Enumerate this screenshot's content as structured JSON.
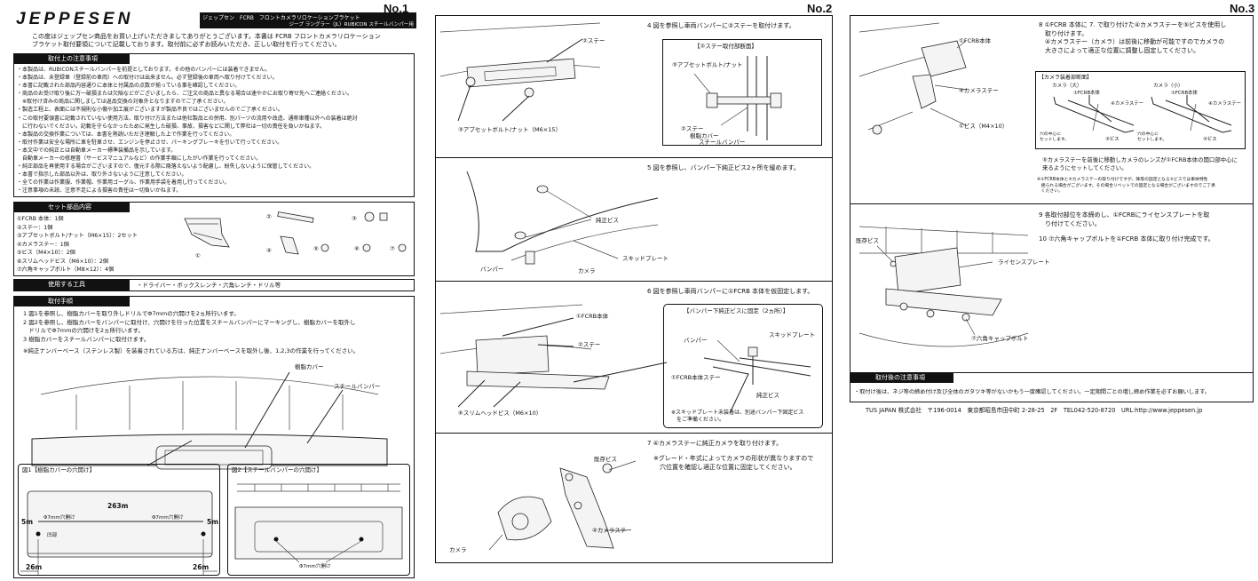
{
  "p1": {
    "brand": "JEPPESEN",
    "number": "No.1",
    "header_line1": "ジェップセン　FCRB　フロントカメラリロケーションブラケット",
    "header_line2": "ジープ ラングラー（JL）RUBICON スチールバンパー用",
    "intro": [
      "この度はジェップセン商品をお買い上げいただきましてありがとうございます。本書は FCRB フロントカメラリロケーション",
      "ブラケット取付要領について記載しております。取付前に必ずお読みいただき、正しい取付を行ってください。"
    ],
    "cautions_title": "取付上の注意事項",
    "cautions": [
      "・本製品は、RUBICONスチールバンパーを前提としております。その他のバンパーには装着できません。",
      "・本製品は、未登録車（登録前の車両）への取付けは出来ません。必ず登録後の車両へ取り付けてください。",
      "・本書に記載された部品内容通りに本体と付属品の点数が揃っている事を確認してください。",
      "・商品のお受け取り後に万一破損または欠陥などがございましたら、ご注文の商品と異なる場合は速やかにお取り寄せ先へご連絡ください。",
      "　※取付け済みの商品に関しましては返品交換の対象外となりますのでご了承ください。",
      "・製造工程上、表面には不規則な小傷や加工痕がございますが製品不良ではございませんのでご了承ください。",
      "・この取付要領書に記載されていない使用方法、取り付け方法または他社製品との併用、別パーツの流用や改造、通称車種以外への装着は絶対",
      "　に行わないでください。記載を守らなかったために発生した破損、事故、損害などに関して弊社は一切の責任を負いかねます。",
      "・本製品の交換作業については、本書を熟読いただき理解した上で作業を行ってください。",
      "・取付作業は安全な場所に車を駐車させ、エンジンを停止させ、パーキングブレーキを引いて行ってください。",
      "・本文中での純正とは自動車メーカー標準装備品を示しています。",
      "　自動車メーカーの修理書（サービスマニュアルなど）の作業手順にしたがい作業を行ってください。",
      "・純正部品を再使用する場合がございますので、復元する際に隠落えないよう配慮し、紛失しないように保管してください。",
      "・本書で指示した部品以外は、取り外さないように注意してください。",
      "・全ての作業は作業服、作業帽、作業用ゴーグル、作業用手袋を着用し行ってください。",
      "・注意事項の未読、注意不足による損害の責任は一切負いかねます。"
    ],
    "parts_title": "セット部品内容",
    "parts": [
      "①FCRB 本体：1個",
      "②ステー：1個",
      "③アプセットボルト/ナット（M6×15）：2セット",
      "④カメラステー：1個",
      "⑤ビス（M4×10）：2個",
      "⑥スリムヘッドビス（M6×10）：2個",
      "⑦六角キャップボルト（M8×12）：4個"
    ],
    "tools_title": "使用する工具",
    "tools": "・ドライバー・ボックスレンチ・六角レンチ・ドリル等",
    "steps_title": "取付手順",
    "steps": [
      "1 図1を参照し、樹脂カバーを取り外しドリルでΦ7mmの穴開けを2ヵ所行います。",
      "2 図2を参照し、樹脂カバーをバンパーに取付け、穴開けを行った位置をスチールバンパーにマーキングし、樹脂カバーを取外し",
      "　ドリルでΦ7mmの穴開けを2ヵ所行います。",
      "3 樹脂カバーをスチールバンパーに取付けます。"
    ],
    "steps_note": "※純正ナンバーベース（ステンレス製）を装着されている方は、純正ナンバーベースを取外し後、1,2,3の作業を行ってください。",
    "label_resin": "樹脂カバー",
    "label_steel": "スチールバンパー",
    "fig1_title": "図1【樹脂カバーの穴開け】",
    "fig2_title": "図2【スチールバンパーの穴開け】",
    "dim_263": "263m",
    "dim_5a": "5m",
    "dim_5b": "5m",
    "dim_26a": "26m",
    "dim_26b": "26m",
    "hole_a": "Φ7mm穴開け",
    "hole_b": "Φ7mm穴開け",
    "hole_c": "Φ7mm穴開け",
    "notch": "凹部"
  },
  "p2": {
    "number": "No.2",
    "step4": "4 図を参照し車両バンパーに②ステーを取付けます。",
    "s4_stay": "②ステー",
    "s4_bolt": "③アプセットボルト/ナット（M6×15）",
    "s4_sect": "【②ステー取付部断面】",
    "s4_sect_bolt": "③アプセットボルト/ナット",
    "s4_sect_stay": "②ステー",
    "s4_sect_cover": "樹脂カバー",
    "s4_sect_bumper": "スチールバンパー",
    "step5": "5 図を参照し、バンパー下純正ビス2ヶ所を緩めます。",
    "s5_screw": "純正ビス",
    "s5_skid": "スキッドプレート",
    "s5_bumper": "バンパー",
    "s5_camera": "カメラ",
    "step6": "6 図を参照し車両バンパーに①FCRB 本体を仮固定します。",
    "s6_body": "①FCRB本体",
    "s6_stay": "②ステー",
    "s6_screw": "⑥スリムヘッドビス（M6×10）",
    "s6_fix": "【バンパー下純正ビスに固定（2ヵ所）】",
    "s6_bumper": "バンパー",
    "s6_skid": "スキッドプレート",
    "s6_bodystay": "①FCRB本体ステー",
    "s6_screw2": "純正ビス",
    "s6_note": [
      "※スキッドプレート未装着は、別途バンパー下固定ビス",
      "　をご準備ください。"
    ],
    "step7": "7 ④カメラステーに純正カメラを取り付けます。",
    "s7_note": [
      "※グレード・年式によってカメラの形状が異なりますので",
      "　穴位置を確認し適正な位置に固定してください。"
    ],
    "s7_screw": "既存ビス",
    "s7_camstay": "④カメラステー",
    "s7_camera": "カメラ"
  },
  "p3": {
    "number": "No.3",
    "step8": [
      "8 ①FCRB 本体に 7. で取り付けた④カメラステーを⑤ビスを使用し",
      "　取り付けます。",
      "　④カメラステー（カメラ）は前後に移動が可能ですのでカメラの",
      "　大きさによって適正な位置に調整し固定してください。"
    ],
    "s8_body": "①FCRB本体",
    "s8_camstay": "④カメラステー",
    "s8_screw": "①ビス（M4×10）",
    "cam_title": "【カメラ装着部断面】",
    "cam_l": "カメラ（大）",
    "cam_s": "カメラ（小）",
    "cam_body1": "①FCRB本体",
    "cam_body2": "①FCRB本体",
    "cam_stay1": "④カメラステー",
    "cam_stay2": "④カメラステー",
    "cam_screw1": "⑤ビス",
    "cam_screw2": "⑤ビス",
    "cam_set1": "穴の中心に\nセットします。",
    "cam_set2": "穴の中心に\nセットします。",
    "s8_note2": [
      "⑤カメラステーを前後に移動しカメラのレンズが①FCRB本体の開口部中心に",
      "来るようにセットしてください。"
    ],
    "s8_small": [
      "※①FCRB本体と④カメラステーの取り付けですが、降等の固定となる⑤ビスでは車体特性",
      "　揺られる場合がございます。その場合リベットでの固定となる場合がございますのでご了承",
      "　ください。"
    ],
    "step9": [
      "9 各取付部位を本締めし、①FCRBにライセンスプレートを取",
      "　り付けてください。"
    ],
    "step10": "10 ⑦六角キャップボルトを①FCRB 本体に取り付け完成です。",
    "s9_screw": "既存ビス",
    "s9_plate": "ライセンスプレート",
    "s9_bolt": "⑦六角キャップボルト",
    "after_title": "取付後の注意事項",
    "after": "・取付け後は、ネジ等の締め付け及び全体のガタツキ等がないかもう一度確認してください。一定期間ごとの増し締め作業を必ずお願いします。",
    "company": "TUS JAPAN 株式会社　〒196-0014　東京都昭島市田中町 2-28-25　2F　TEL042-520-8720　URL:http://www.jeppesen.jp"
  }
}
